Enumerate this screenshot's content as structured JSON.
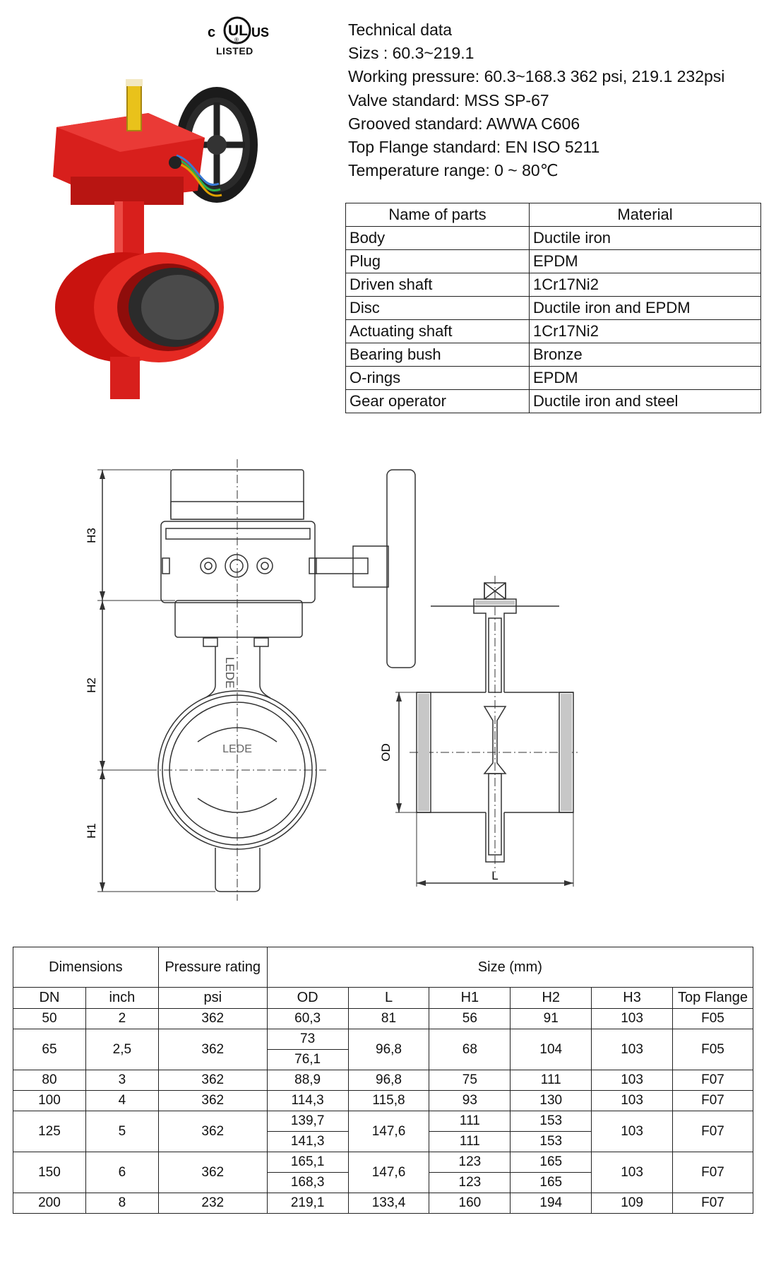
{
  "certification": {
    "mark_left": "c",
    "mark_center": "UL",
    "mark_right": "US",
    "mark_sub": "®",
    "label": "LISTED"
  },
  "technical_data": {
    "title": "Technical data",
    "size": "Sizs : 60.3~219.1",
    "working_pressure": "Working pressure: 60.3~168.3 362 psi, 219.1 232psi",
    "valve_standard": "Valve standard: MSS SP-67",
    "grooved_standard": "Grooved standard: AWWA C606",
    "top_flange_standard": "Top Flange standard: EN ISO 5211",
    "temperature_range": "Temperature range:   0 ~ 80℃"
  },
  "parts_table": {
    "headers": [
      "Name of parts",
      "Material"
    ],
    "rows": [
      [
        "Body",
        "Ductile iron"
      ],
      [
        "Plug",
        "EPDM"
      ],
      [
        "Driven shaft",
        "1Cr17Ni2"
      ],
      [
        "Disc",
        "Ductile iron and EPDM"
      ],
      [
        "Actuating shaft",
        "1Cr17Ni2"
      ],
      [
        "Bearing bush",
        "Bronze"
      ],
      [
        "O-rings",
        "EPDM"
      ],
      [
        "Gear operator",
        "Ductile iron and steel"
      ]
    ]
  },
  "drawing": {
    "labels": {
      "h3": "H3",
      "h2": "H2",
      "h1": "H1",
      "od": "OD",
      "l": "L",
      "brand_vertical": "LEDE",
      "brand_disc": "LEDE"
    }
  },
  "dimensions_table": {
    "group_headers": {
      "dimensions": "Dimensions",
      "pressure_rating": "Pressure rating",
      "size": "Size (mm)"
    },
    "headers": [
      "DN",
      "inch",
      "psi",
      "OD",
      "L",
      "H1",
      "H2",
      "H3",
      "Top Flange"
    ],
    "rows": [
      {
        "dn": "50",
        "inch": "2",
        "psi": "362",
        "od": [
          "60,3"
        ],
        "l": "81",
        "h1": [
          "56"
        ],
        "h2": [
          "91"
        ],
        "h3": "103",
        "flange": "F05"
      },
      {
        "dn": "65",
        "inch": "2,5",
        "psi": "362",
        "od": [
          "73",
          "76,1"
        ],
        "l": "96,8",
        "h1": [
          "68"
        ],
        "h2": [
          "104"
        ],
        "h3": "103",
        "flange": "F05"
      },
      {
        "dn": "80",
        "inch": "3",
        "psi": "362",
        "od": [
          "88,9"
        ],
        "l": "96,8",
        "h1": [
          "75"
        ],
        "h2": [
          "111"
        ],
        "h3": "103",
        "flange": "F07"
      },
      {
        "dn": "100",
        "inch": "4",
        "psi": "362",
        "od": [
          "114,3"
        ],
        "l": "115,8",
        "h1": [
          "93"
        ],
        "h2": [
          "130"
        ],
        "h3": "103",
        "flange": "F07"
      },
      {
        "dn": "125",
        "inch": "5",
        "psi": "362",
        "od": [
          "139,7",
          "141,3"
        ],
        "l": "147,6",
        "h1": [
          "111",
          "111"
        ],
        "h2": [
          "153",
          "153"
        ],
        "h3": "103",
        "flange": "F07"
      },
      {
        "dn": "150",
        "inch": "6",
        "psi": "362",
        "od": [
          "165,1",
          "168,3"
        ],
        "l": "147,6",
        "h1": [
          "123",
          "123"
        ],
        "h2": [
          "165",
          "165"
        ],
        "h3": "103",
        "flange": "F07"
      },
      {
        "dn": "200",
        "inch": "8",
        "psi": "232",
        "od": [
          "219,1"
        ],
        "l": "133,4",
        "h1": [
          "160"
        ],
        "h2": [
          "194"
        ],
        "h3": "109",
        "flange": "F07"
      }
    ]
  }
}
